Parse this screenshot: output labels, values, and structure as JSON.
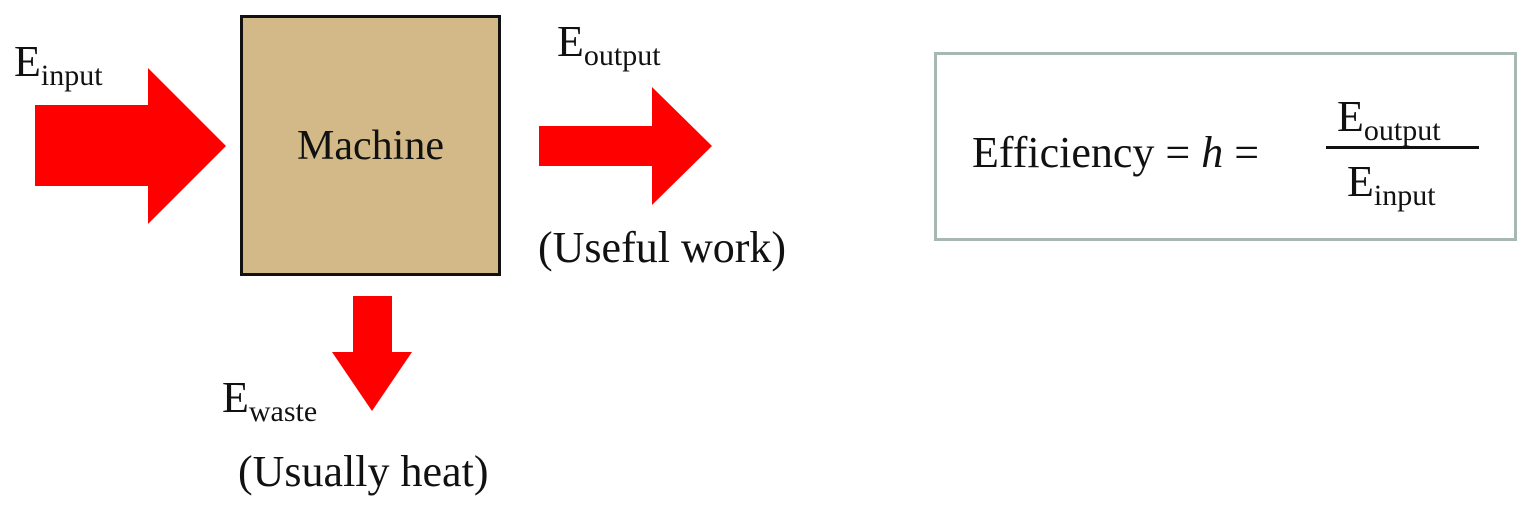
{
  "diagram": {
    "machine_label": "Machine",
    "input": {
      "base": "E",
      "sub": "input"
    },
    "output": {
      "base": "E",
      "sub": "output",
      "note": "(Useful work)"
    },
    "waste": {
      "base": "E",
      "sub": "waste",
      "note": "(Usually heat)"
    },
    "arrow_color": "#ff0000",
    "machine_color": "#d2b987"
  },
  "formula": {
    "lhs": "Efficiency = ",
    "symbol": "h",
    "equals": " =",
    "numerator": {
      "base": "E",
      "sub": "output"
    },
    "denominator": {
      "base": "E",
      "sub": "input"
    },
    "box_border_color": "#a7b7b4"
  }
}
